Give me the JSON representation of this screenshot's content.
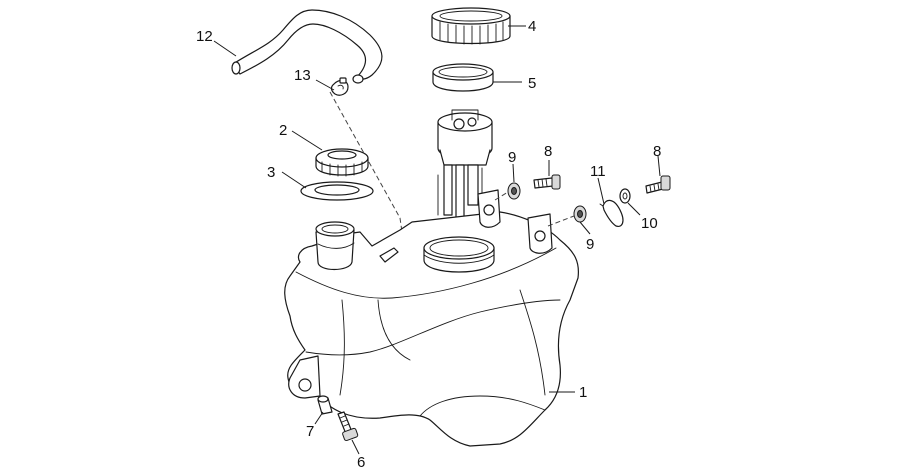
{
  "callouts": [
    {
      "id": "c1",
      "label": "1"
    },
    {
      "id": "c2",
      "label": "2"
    },
    {
      "id": "c3",
      "label": "3"
    },
    {
      "id": "c4",
      "label": "4"
    },
    {
      "id": "c5",
      "label": "5"
    },
    {
      "id": "c6",
      "label": "6"
    },
    {
      "id": "c7",
      "label": "7"
    },
    {
      "id": "c8a",
      "label": "8"
    },
    {
      "id": "c8b",
      "label": "8"
    },
    {
      "id": "c9a",
      "label": "9"
    },
    {
      "id": "c9b",
      "label": "9"
    },
    {
      "id": "c10",
      "label": "10"
    },
    {
      "id": "c11",
      "label": "11"
    },
    {
      "id": "c12",
      "label": "12"
    },
    {
      "id": "c13",
      "label": "13"
    }
  ]
}
